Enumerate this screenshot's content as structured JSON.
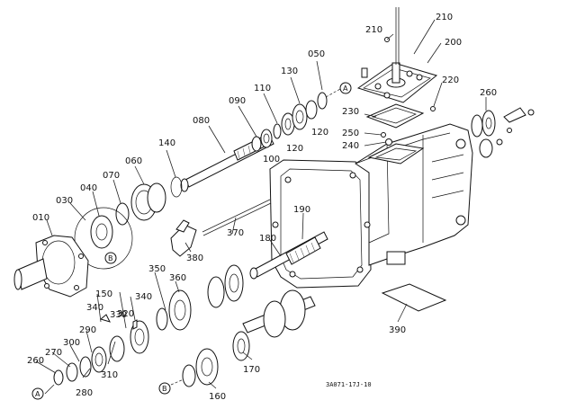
{
  "diagram": {
    "part_numbers": [
      "010",
      "030",
      "040",
      "050",
      "060",
      "070",
      "080",
      "090",
      "100",
      "110",
      "120",
      "120",
      "130",
      "140",
      "150",
      "160",
      "170",
      "180",
      "190",
      "200",
      "210",
      "210",
      "220",
      "230",
      "240",
      "250",
      "260",
      "260",
      "270",
      "280",
      "290",
      "300",
      "310",
      "320",
      "330",
      "340",
      "340",
      "350",
      "360",
      "370",
      "380",
      "390"
    ],
    "ref_markers": [
      "A",
      "A",
      "B",
      "B"
    ],
    "drawing_code": "3A071-17J-10"
  }
}
